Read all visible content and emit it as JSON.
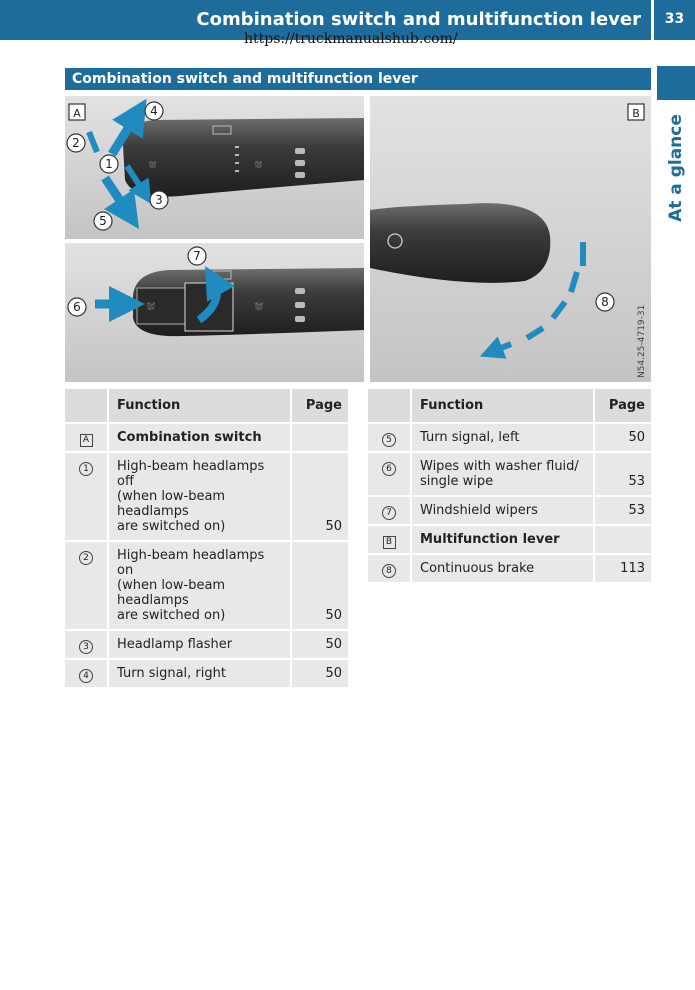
{
  "header": {
    "title": "Combination switch and multifunction lever",
    "page_number": "33",
    "url": "https://truckmanualshub.com/"
  },
  "side_tab": {
    "label": "At a glance"
  },
  "section": {
    "title": "Combination switch and multifunction lever"
  },
  "figure": {
    "panel_a_label": "A",
    "panel_b_label": "B",
    "callouts": [
      "1",
      "2",
      "3",
      "4",
      "5",
      "6",
      "7",
      "8"
    ],
    "image_code": "N54.25-4719-31"
  },
  "tables": {
    "left": {
      "headers": {
        "key": "",
        "function": "Function",
        "page": "Page"
      },
      "rows": [
        {
          "key": "A",
          "key_type": "square",
          "function": "Combination switch",
          "page": "",
          "bold": true
        },
        {
          "key": "1",
          "key_type": "circle",
          "function_lines": [
            "High-beam headlamps off",
            "(when low-beam headlamps",
            "are switched on)"
          ],
          "page": "50"
        },
        {
          "key": "2",
          "key_type": "circle",
          "function_lines": [
            "High-beam headlamps on",
            "(when low-beam headlamps",
            "are switched on)"
          ],
          "page": "50"
        },
        {
          "key": "3",
          "key_type": "circle",
          "function": "Headlamp flasher",
          "page": "50"
        },
        {
          "key": "4",
          "key_type": "circle",
          "function": "Turn signal, right",
          "page": "50"
        }
      ]
    },
    "right": {
      "headers": {
        "key": "",
        "function": "Function",
        "page": "Page"
      },
      "rows": [
        {
          "key": "5",
          "key_type": "circle",
          "function": "Turn signal, left",
          "page": "50"
        },
        {
          "key": "6",
          "key_type": "circle",
          "function_lines": [
            "Wipes with washer fluid/",
            "single wipe"
          ],
          "page": "53"
        },
        {
          "key": "7",
          "key_type": "circle",
          "function": "Windshield wipers",
          "page": "53"
        },
        {
          "key": "B",
          "key_type": "square",
          "function": "Multifunction lever",
          "page": "",
          "bold": true
        },
        {
          "key": "8",
          "key_type": "circle",
          "function": "Continuous brake",
          "page": "113"
        }
      ]
    }
  },
  "colors": {
    "accent": "#1e6c9b",
    "row_bg": "#e8e8e8",
    "header_bg": "#dcdcdc"
  }
}
